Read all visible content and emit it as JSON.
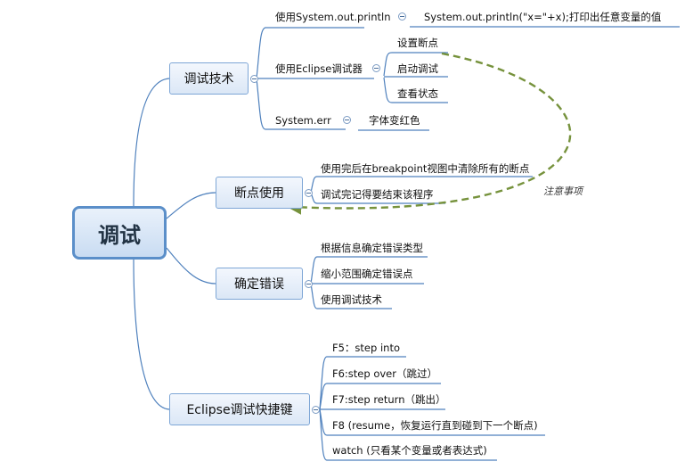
{
  "root": {
    "label": "调试"
  },
  "topics": {
    "debug_tech": {
      "label": "调试技术",
      "branches": {
        "println": {
          "label": "使用System.out.println",
          "detail": "System.out.println(\"x=\"+x);打印出任意变量的值"
        },
        "eclipse": {
          "label": "使用Eclipse调试器",
          "items": [
            "设置断点",
            "启动调试",
            "查看状态"
          ]
        },
        "err": {
          "label": "System.err",
          "detail": "字体变红色"
        }
      }
    },
    "breakpoint": {
      "label": "断点使用",
      "items": [
        "使用完后在breakpoint视图中清除所有的断点",
        "调试完记得要结束该程序"
      ]
    },
    "locate": {
      "label": "确定错误",
      "items": [
        "根据信息确定错误类型",
        "缩小范围确定错误点",
        "使用调试技术"
      ]
    },
    "shortcuts": {
      "label": "Eclipse调试快捷键",
      "items": [
        "F5：step into",
        "F6:step over（跳过）",
        "F7:step return（跳出）",
        "F8 (resume，恢复运行直到碰到下一个断点)",
        "watch (只看某个变量或者表达式)"
      ]
    }
  },
  "relationship": {
    "label": "注意事项"
  },
  "colors": {
    "line": "#4f81bd",
    "relationship": "#76923c",
    "root_border": "#5b8fc9"
  }
}
